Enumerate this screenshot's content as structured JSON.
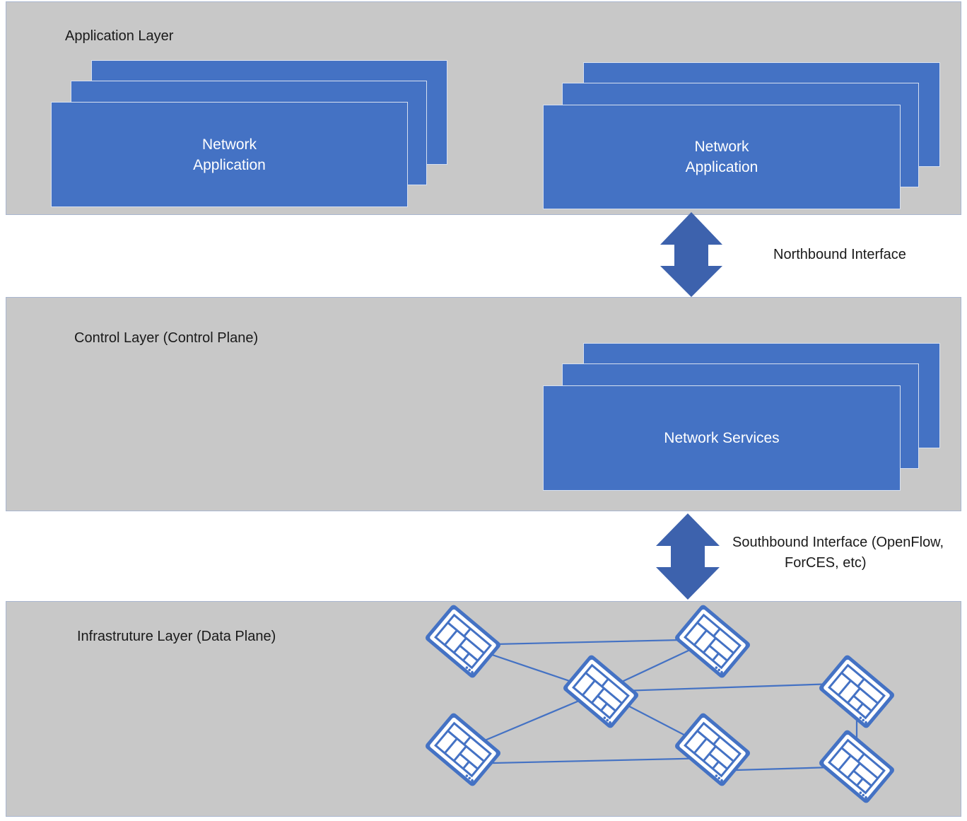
{
  "colors": {
    "layer_bg": "#c8c8c8",
    "box_fill": "#4472c4",
    "arrow_fill": "#3d62ad",
    "link_color": "#4472c4"
  },
  "application_layer": {
    "title": "Application Layer",
    "stacks": [
      {
        "label_line1": "Network",
        "label_line2": "Application"
      },
      {
        "label_line1": "Network",
        "label_line2": "Application"
      }
    ]
  },
  "northbound": {
    "label": "Northbound Interface"
  },
  "control_layer": {
    "title": "Control Layer (Control Plane)",
    "stack": {
      "label": "Network Services"
    }
  },
  "southbound": {
    "label_line1": "Southbound Interface (OpenFlow,",
    "label_line2": "ForCES, etc)"
  },
  "infrastructure_layer": {
    "title": "Infrastruture Layer (Data Plane)",
    "device_icon": "network-switch-icon"
  }
}
